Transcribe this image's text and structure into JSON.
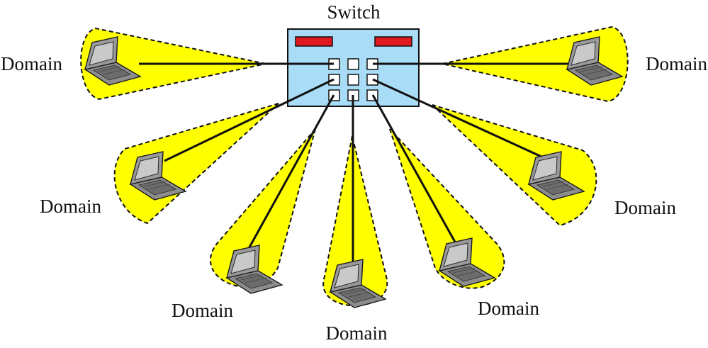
{
  "switch": {
    "label": "Switch",
    "body_color": "#a9dcf6",
    "indicator_color": "#e01820"
  },
  "domain_fill_color": "#ffff00",
  "domains": [
    {
      "label": "Domain"
    },
    {
      "label": "Domain"
    },
    {
      "label": "Domain"
    },
    {
      "label": "Domain"
    },
    {
      "label": "Domain"
    },
    {
      "label": "Domain"
    },
    {
      "label": "Domain"
    }
  ],
  "device_icon": "laptop-icon"
}
